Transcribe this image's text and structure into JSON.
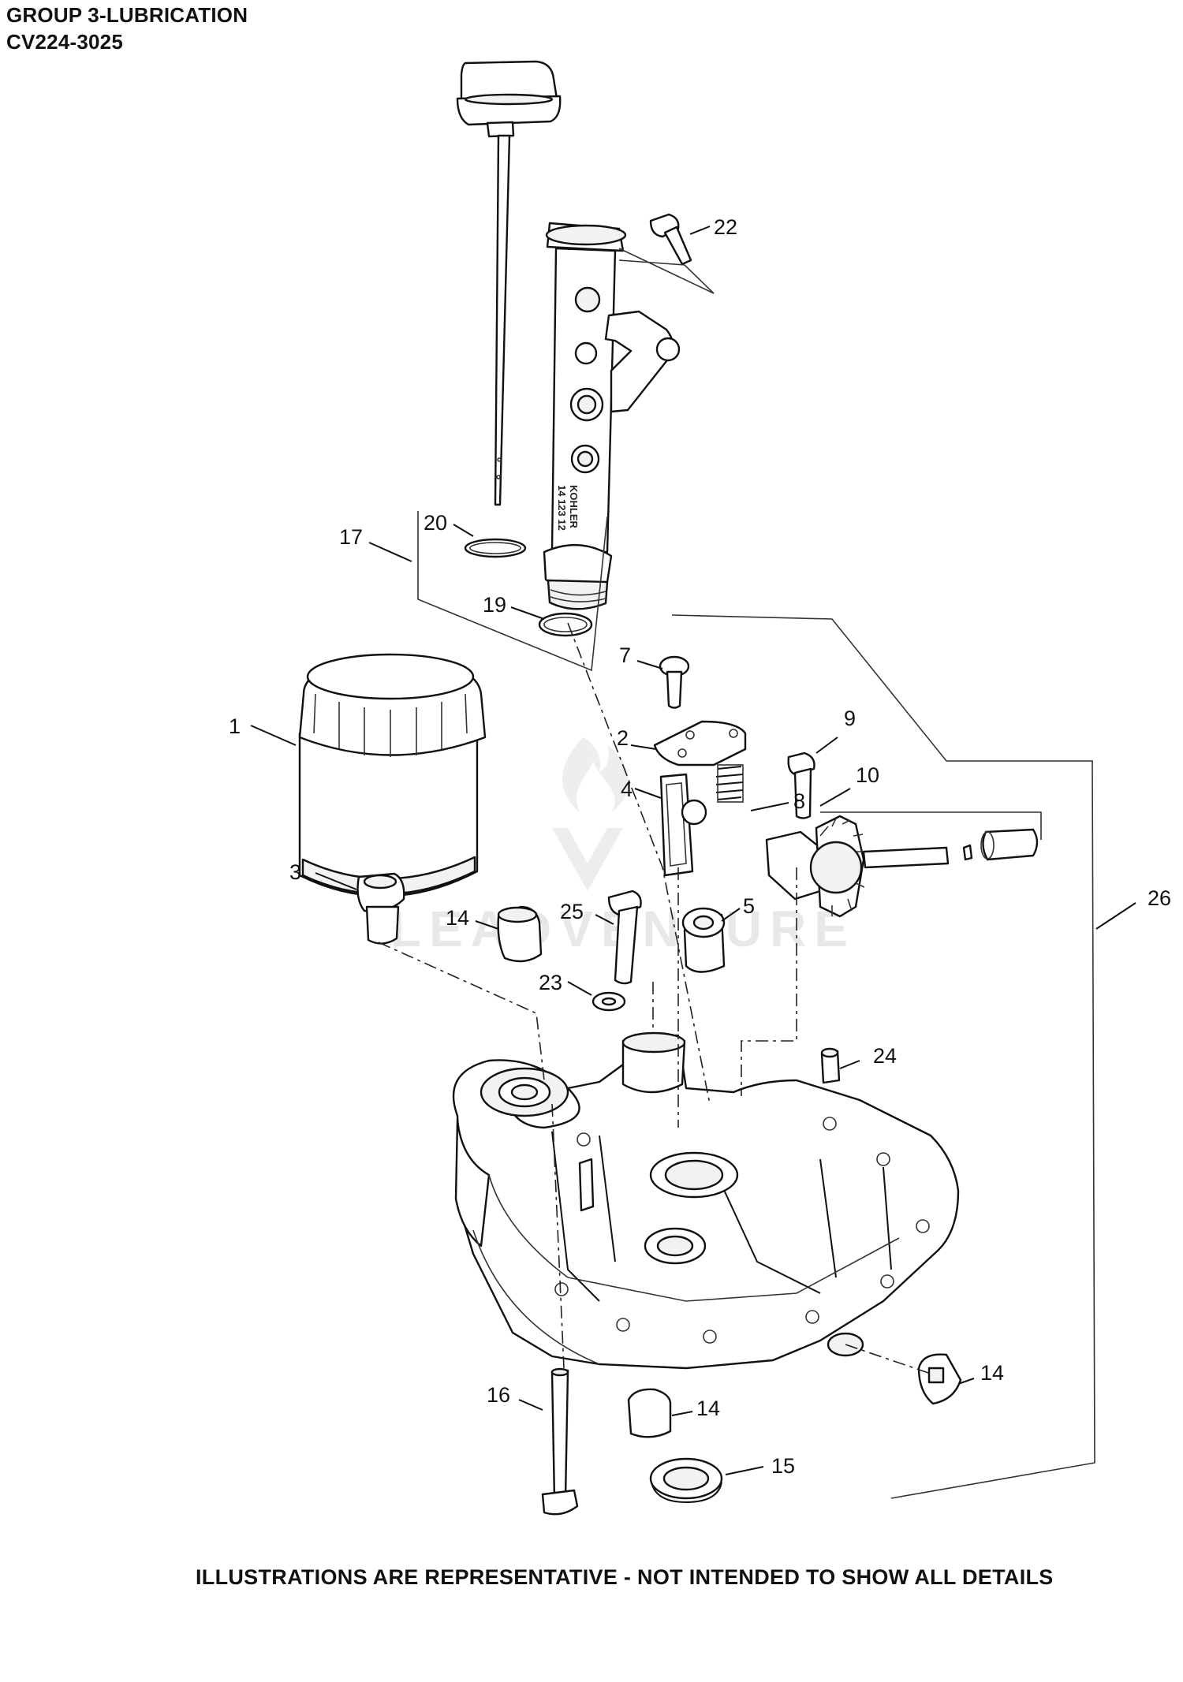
{
  "header": {
    "group_title": "GROUP 3-LUBRICATION",
    "model": "CV224-3025"
  },
  "footer": {
    "note": "ILLUSTRATIONS ARE REPRESENTATIVE - NOT INTENDED TO SHOW ALL DETAILS"
  },
  "watermark": {
    "text": "LEADVENTURE"
  },
  "engravings": {
    "brand": "KOHLER",
    "part_number": "14 123 12"
  },
  "callouts": [
    {
      "id": "1",
      "label": "1"
    },
    {
      "id": "2",
      "label": "2"
    },
    {
      "id": "3",
      "label": "3"
    },
    {
      "id": "4",
      "label": "4"
    },
    {
      "id": "5",
      "label": "5"
    },
    {
      "id": "7",
      "label": "7"
    },
    {
      "id": "8",
      "label": "8"
    },
    {
      "id": "9",
      "label": "9"
    },
    {
      "id": "10",
      "label": "10"
    },
    {
      "id": "14a",
      "label": "14"
    },
    {
      "id": "14b",
      "label": "14"
    },
    {
      "id": "14c",
      "label": "14"
    },
    {
      "id": "15",
      "label": "15"
    },
    {
      "id": "16",
      "label": "16"
    },
    {
      "id": "17",
      "label": "17"
    },
    {
      "id": "19",
      "label": "19"
    },
    {
      "id": "20",
      "label": "20"
    },
    {
      "id": "22",
      "label": "22"
    },
    {
      "id": "23",
      "label": "23"
    },
    {
      "id": "24",
      "label": "24"
    },
    {
      "id": "25",
      "label": "25"
    },
    {
      "id": "26",
      "label": "26"
    }
  ]
}
